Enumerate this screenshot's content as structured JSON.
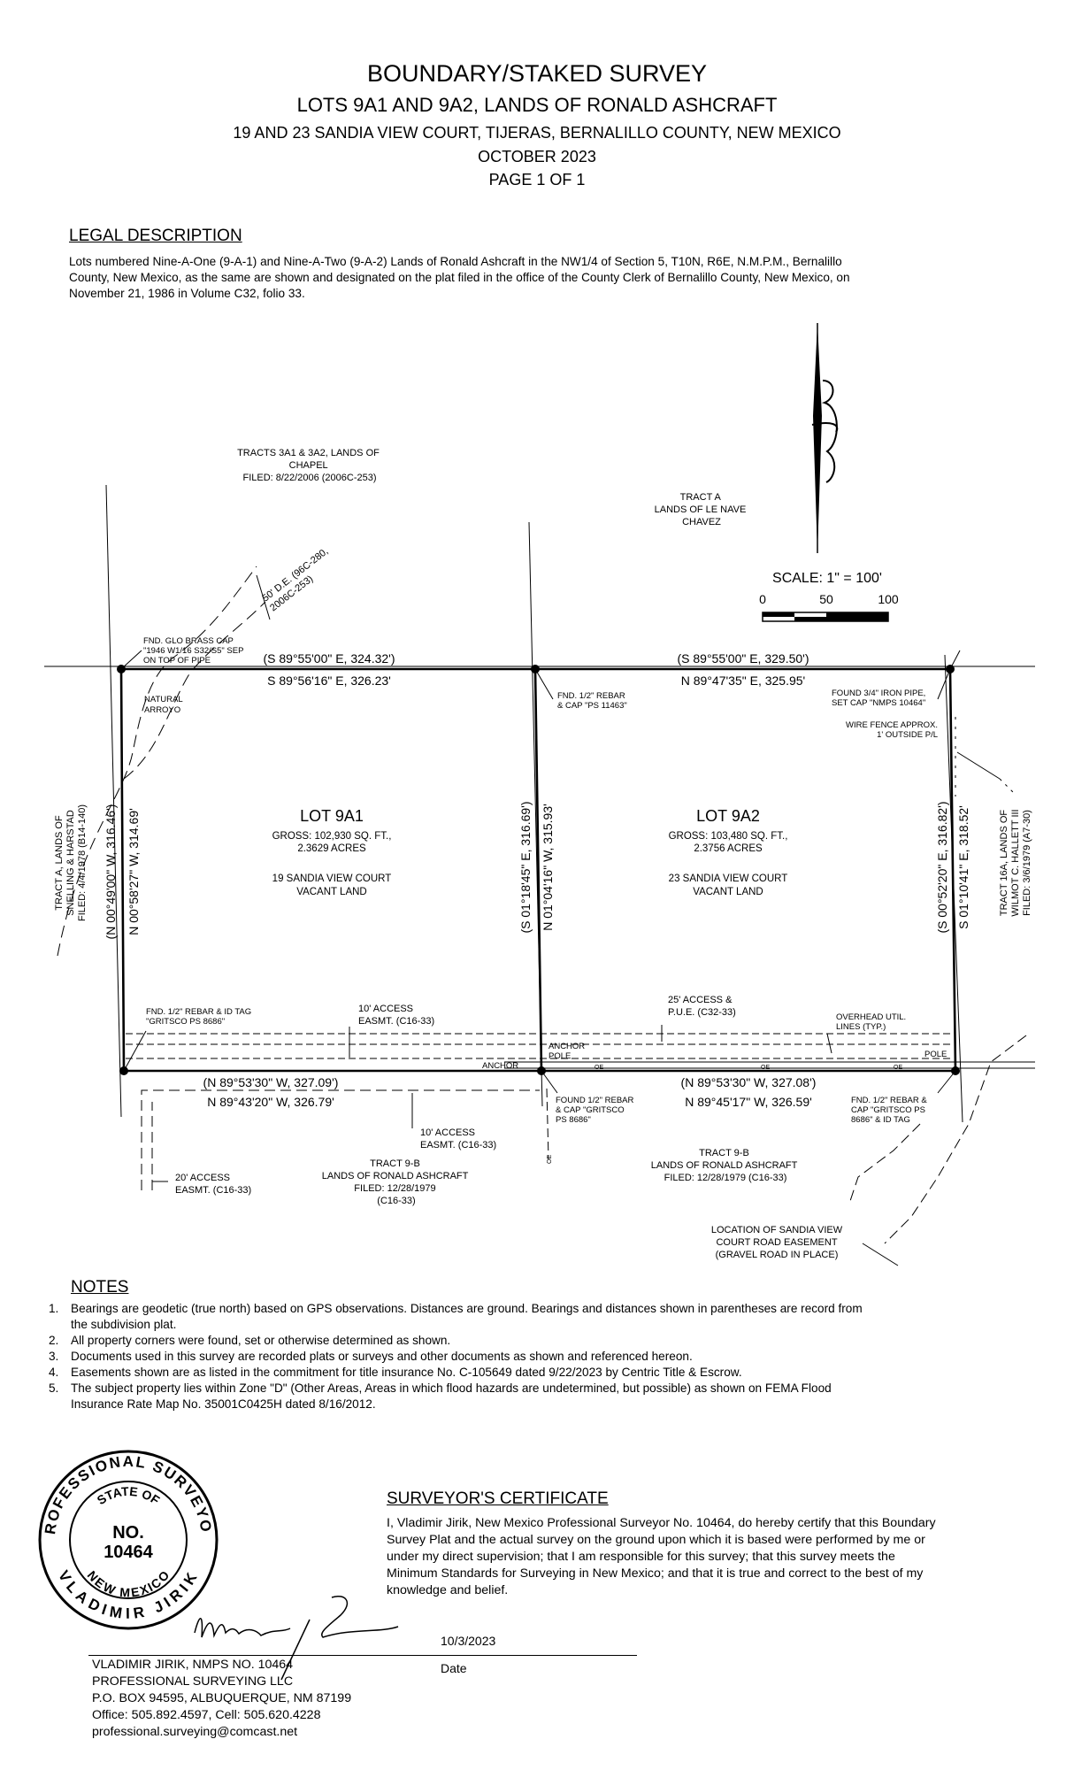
{
  "title": {
    "line1": "BOUNDARY/STAKED SURVEY",
    "line2": "LOTS 9A1 AND 9A2, LANDS OF RONALD ASHCRAFT",
    "line3": "19 AND 23 SANDIA VIEW COURT, TIJERAS, BERNALILLO COUNTY, NEW MEXICO",
    "line4": "OCTOBER 2023",
    "line5": "PAGE 1 OF 1"
  },
  "legal": {
    "heading": "LEGAL DESCRIPTION",
    "lines": [
      "Lots numbered Nine-A-One (9-A-1) and Nine-A-Two (9-A-2) Lands of Ronald Ashcraft in the NW1/4 of Section 5, T10N, R6E, N.M.P.M., Bernalillo",
      "County, New Mexico, as the same are shown and designated on the plat filed in the office of the County Clerk of Bernalillo County, New Mexico, on",
      "November 21, 1986 in Volume C32, folio 33."
    ]
  },
  "plat": {
    "scale": {
      "label": "SCALE: 1\" = 100'",
      "ticks": [
        "0",
        "50",
        "100"
      ]
    },
    "adjoiners": {
      "north_left": [
        "TRACTS 3A1 & 3A2, LANDS OF",
        "CHAPEL",
        "FILED: 8/22/2006 (2006C-253)"
      ],
      "north_right": [
        "TRACT A",
        "LANDS OF LE NAVE",
        "CHAVEZ"
      ],
      "west": [
        "TRACT A, LANDS OF",
        "SNELLING & HARSTAD",
        "FILED: 4/4/1978 (B14-140)"
      ],
      "east": [
        "TRACT 16A, LANDS OF",
        "WILMOT C. HALLETT III",
        "FILED: 3/6/1979 (A7-30)"
      ],
      "south_left": [
        "TRACT 9-B",
        "LANDS OF RONALD ASHCRAFT",
        "FILED: 12/28/1979",
        "(C16-33)"
      ],
      "south_right": [
        "TRACT 9-B",
        "LANDS OF RONALD ASHCRAFT",
        "FILED: 12/28/1979 (C16-33)"
      ]
    },
    "lots": [
      {
        "name": "LOT 9A1",
        "gross": "GROSS: 102,930 SQ. FT.,",
        "acres": "2.3629 ACRES",
        "address": "19 SANDIA VIEW COURT",
        "status": "VACANT LAND"
      },
      {
        "name": "LOT 9A2",
        "gross": "GROSS: 103,480 SQ. FT.,",
        "acres": "2.3756 ACRES",
        "address": "23 SANDIA VIEW COURT",
        "status": "VACANT LAND"
      }
    ],
    "bearings": {
      "north_w_record": "(S 89°55'00\" E, 324.32')",
      "north_w": "S 89°56'16\" E, 326.23'",
      "north_e_record": "(S 89°55'00\" E, 329.50')",
      "north_e": "N 89°47'35\" E, 325.95'",
      "west_record": "(N 00°49'00\" W, 316.46')",
      "west": "N 00°58'27\" W, 314.69'",
      "mid_record": "(S 01°18'45\" E, 316.69')",
      "mid": "N 01°04'16\" W, 315.93'",
      "east_record": "(S 00°52'20\" E, 316.82')",
      "east": "S 01°10'41\" E, 318.52'",
      "south_w_record": "(N 89°53'30\" W, 327.09')",
      "south_w": "N 89°43'20\" W, 326.79'",
      "south_e_record": "(N 89°53'30\" W, 327.08')",
      "south_e": "N 89°45'17\" W, 326.59'"
    },
    "callouts": {
      "nw_corner": [
        "FND. GLO BRASS CAP",
        "\"1946 W1/16 S32/S5\" SEP",
        "ON TOP OF PIPE"
      ],
      "de_easement": [
        "50' D.E. (96C-280,",
        "2006C-253)"
      ],
      "arroyo": [
        "NATURAL",
        "ARROYO"
      ],
      "n_mid": [
        "FND. 1/2\"  REBAR",
        "& CAP \"PS 11463\""
      ],
      "ne_corner": [
        "FOUND 3/4\" IRON PIPE,",
        "SET CAP \"NMPS 10464\""
      ],
      "wire_fence": [
        "WIRE FENCE APPROX.",
        "1' OUTSIDE P/L"
      ],
      "sw_corner": [
        "FND. 1/2\" REBAR & ID TAG",
        "\"GRITSCO PS 8686\""
      ],
      "access10_n": [
        "10' ACCESS",
        "EASMT. (C16-33)"
      ],
      "access25": [
        "25' ACCESS &",
        "P.U.E. (C32-33)"
      ],
      "overhead": [
        "OVERHEAD UTIL.",
        "LINES (TYP.)"
      ],
      "anchor_pole": [
        "ANCHOR",
        "POLE"
      ],
      "anchor": "ANCHOR",
      "pole": "POLE",
      "oe": "OE",
      "s_mid": [
        "FOUND 1/2\" REBAR",
        "& CAP \"GRITSCO",
        "PS 8686\""
      ],
      "se_corner": [
        "FND. 1/2\" REBAR &",
        "CAP \"GRITSCO PS",
        "8686\" & ID TAG"
      ],
      "access10_s": [
        "10' ACCESS",
        "EASMT. (C16-33)"
      ],
      "access20": [
        "20' ACCESS",
        "EASMT. (C16-33)"
      ],
      "road": [
        "LOCATION OF SANDIA VIEW",
        "COURT ROAD EASEMENT",
        "(GRAVEL ROAD IN PLACE)"
      ]
    }
  },
  "notes": {
    "heading": "NOTES",
    "items": [
      {
        "num": "1.",
        "lines": [
          "Bearings are geodetic (true north) based on GPS observations. Distances are ground. Bearings and distances shown in parentheses are record from",
          "the subdivision plat."
        ]
      },
      {
        "num": "2.",
        "lines": [
          "All property corners were found, set or otherwise determined as shown."
        ]
      },
      {
        "num": "3.",
        "lines": [
          "Documents used in this survey are recorded plats or surveys and other documents as shown and referenced hereon."
        ]
      },
      {
        "num": "4.",
        "lines": [
          "Easements shown are as listed in the commitment for title insurance No. C-105649 dated 9/22/2023 by Centric Title & Escrow."
        ]
      },
      {
        "num": "5.",
        "lines": [
          "The subject property lies within Zone \"D\" (Other Areas, Areas in which flood hazards are undetermined, but possible) as shown on FEMA Flood",
          "Insurance Rate Map No. 35001C0425H dated 8/16/2012."
        ]
      }
    ]
  },
  "seal": {
    "outer_top": "PROFESSIONAL SURVEYOR",
    "outer_bottom": "VLADIMIR JIRIK",
    "inner_top": "STATE OF",
    "inner_bottom": "NEW MEXICO",
    "no": "NO.",
    "number": "10464"
  },
  "certificate": {
    "heading": "SURVEYOR'S CERTIFICATE",
    "lines": [
      "I, Vladimir Jirik, New Mexico Professional Surveyor No. 10464, do hereby certify that this Boundary",
      "Survey Plat and the actual survey on the ground upon which it is based were performed by me or",
      "under my direct supervision; that I am responsible for this survey; that this survey meets the",
      "Minimum Standards for Surveying in New Mexico; and that it is true and correct to the best of my",
      "knowledge and belief."
    ],
    "date_value": "10/3/2023",
    "date_label": "Date"
  },
  "contact": {
    "lines": [
      "VLADIMIR JIRIK, NMPS NO. 10464",
      "PROFESSIONAL SURVEYING LLC",
      "P.O. BOX 94595, ALBUQUERQUE, NM 87199",
      "Office: 505.892.4597, Cell: 505.620.4228",
      "professional.surveying@comcast.net"
    ]
  }
}
